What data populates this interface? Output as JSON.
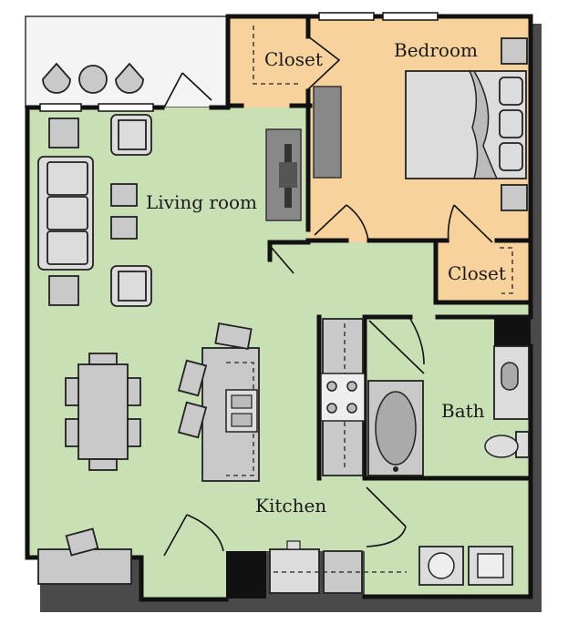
{
  "plan": {
    "rooms": {
      "bedroom": "Bedroom",
      "closet_bedroom": "Closet",
      "closet_hall": "Closet",
      "living_room": "Living room",
      "bath": "Bath",
      "kitchen": "Kitchen"
    },
    "colors": {
      "living_fill": "#c9e0b5",
      "bedroom_fill": "#f8d29c",
      "balcony_fill": "#f4f4f4",
      "wall": "#111111",
      "furniture": "#c9c9c9"
    }
  }
}
